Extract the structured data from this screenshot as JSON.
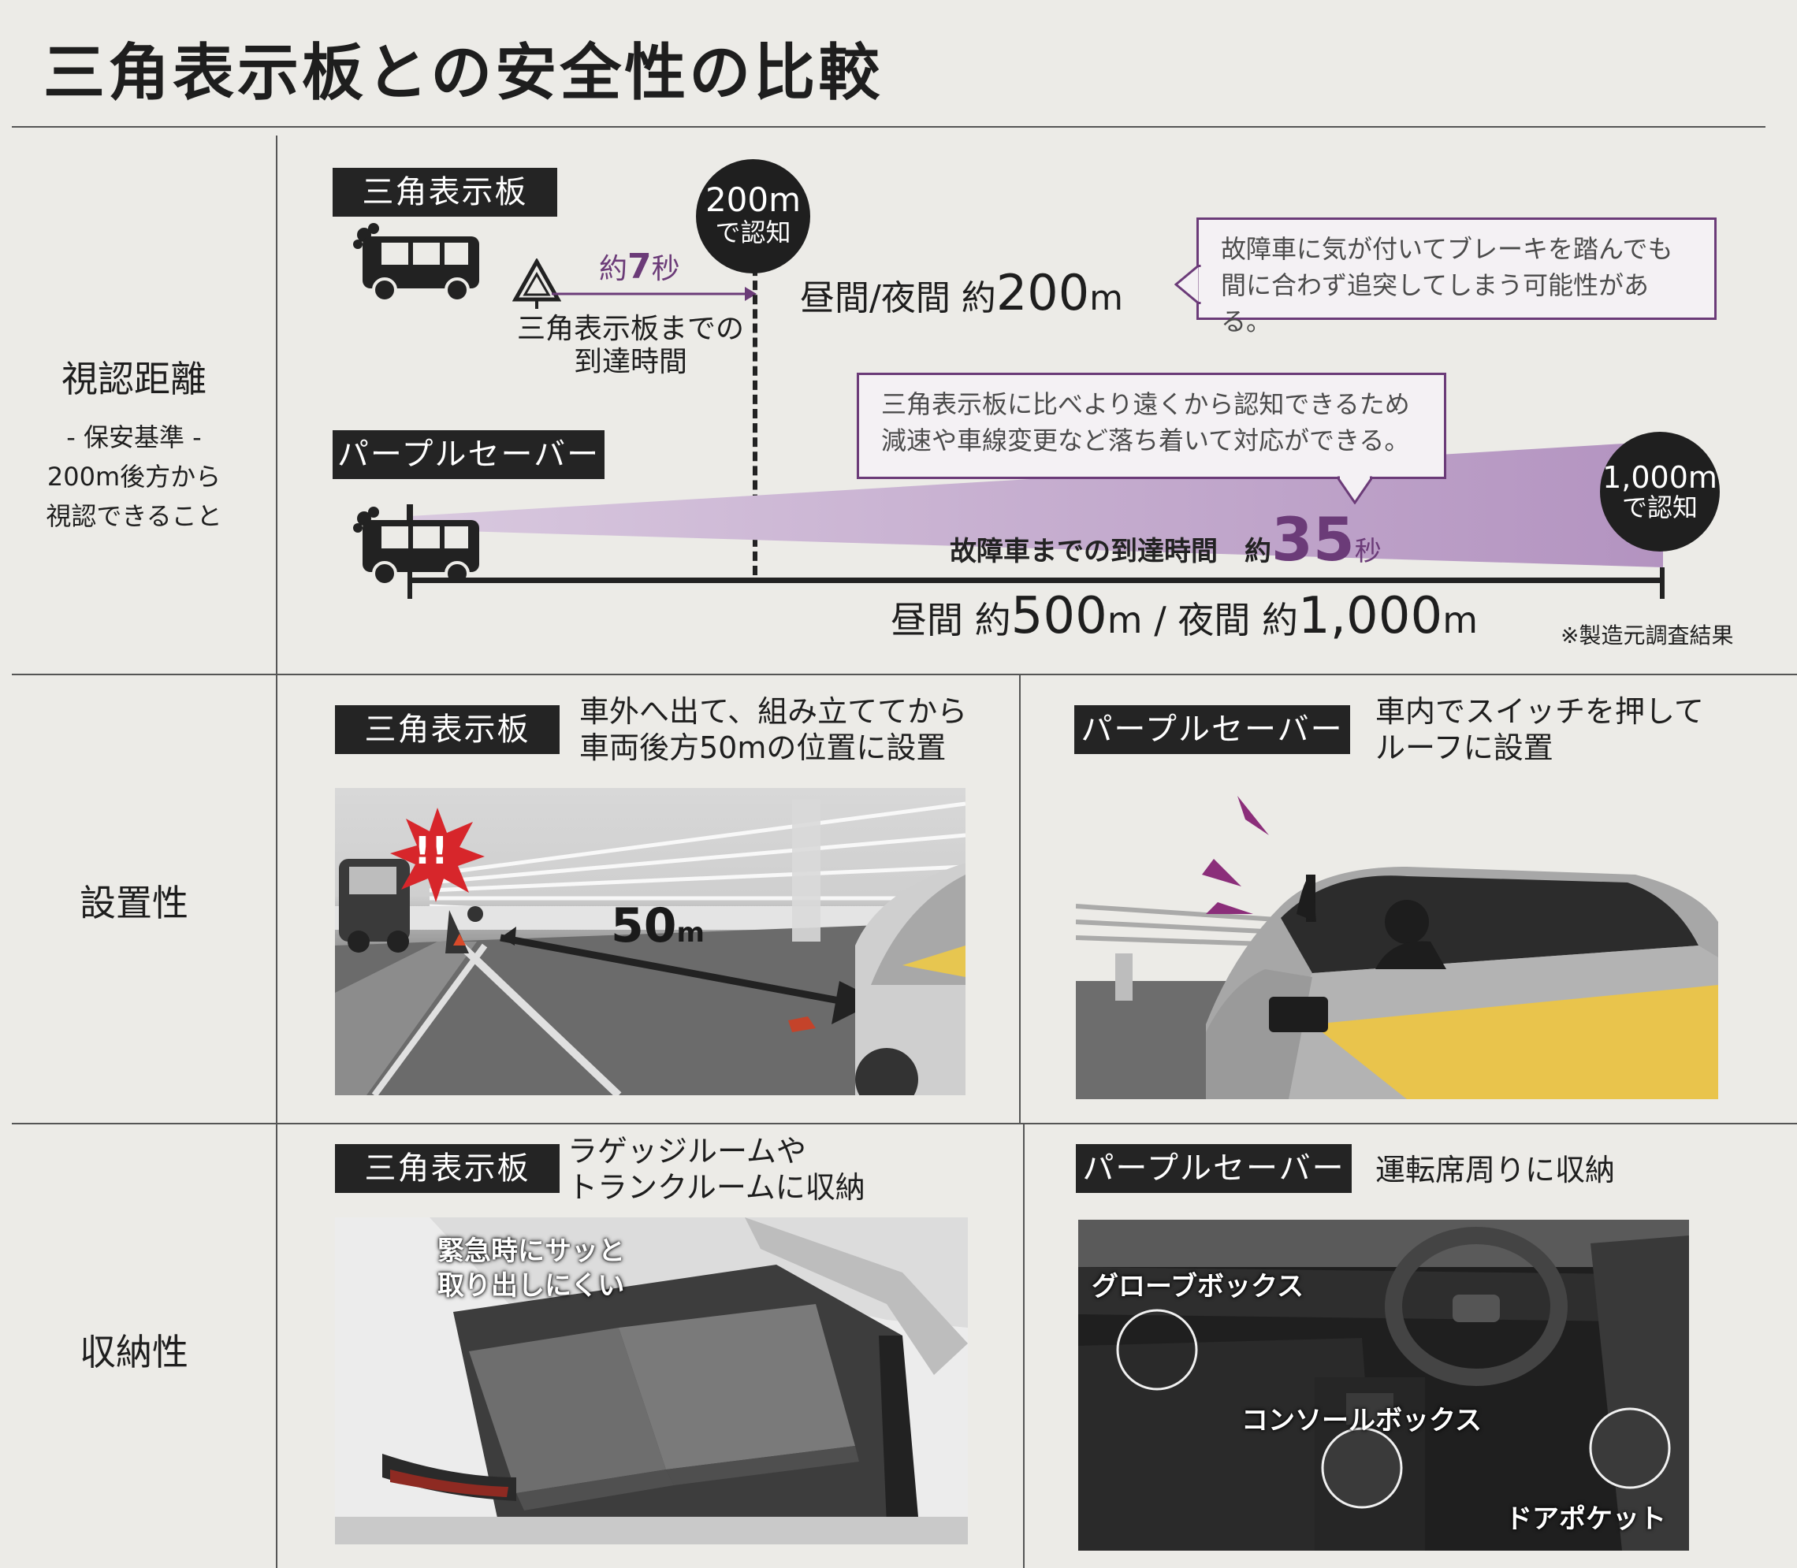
{
  "title": "三角表示板との安全性の比較",
  "rows": {
    "visibility": {
      "label": "視認距離",
      "sub1": "- 保安基準 -",
      "sub2": "200m後方から",
      "sub3": "視認できること"
    },
    "install": {
      "label": "設置性"
    },
    "storage": {
      "label": "収納性"
    }
  },
  "distance": {
    "triangle_tag": "三角表示板",
    "circle200_top": "200m",
    "circle200_bottom": "で認知",
    "sec7_pre": "約",
    "sec7_num": "7",
    "sec7_post": "秒",
    "reach_line1": "三角表示板までの",
    "reach_line2": "到達時間",
    "daynight_pre": "昼間/夜間 約",
    "daynight_num": "200",
    "daynight_unit": "m",
    "bubble1_line1": "故障車に気が付いてブレーキを踏んでも",
    "bubble1_line2": "間に合わず追突してしまう可能性がある。",
    "purple_tag": "パープルセーバー",
    "bubble2_line1": "三角表示板に比べより遠くから認知できるため",
    "bubble2_line2": "減速や車線変更など落ち着いて対応ができる。",
    "circle1000_top": "1,000m",
    "circle1000_bottom": "で認知",
    "reach35_pre": "故障車までの到達時間　約",
    "reach35_num": "35",
    "reach35_post": "秒",
    "bottom_pre1": "昼間 約",
    "bottom_num1": "500",
    "bottom_unit1": "m",
    "bottom_sep": "/ 夜間 約",
    "bottom_num2": "1,000",
    "bottom_unit2": "m",
    "note": "※製造元調査結果"
  },
  "install": {
    "triangle_tag": "三角表示板",
    "triangle_text1": "車外へ出て、組み立ててから",
    "triangle_text2": "車両後方50mの位置に設置",
    "exclaim": "!!",
    "distance_num": "50",
    "distance_unit": "m",
    "purple_tag": "パープルセーバー",
    "purple_text1": "車内でスイッチを押して",
    "purple_text2": "ルーフに設置"
  },
  "storage": {
    "triangle_tag": "三角表示板",
    "triangle_text1": "ラゲッジルームや",
    "triangle_text2": "トランクルームに収納",
    "photo_text1": "緊急時にサッと",
    "photo_text2": "取り出しにくい",
    "purple_tag": "パープルセーバー",
    "purple_text": "運転席周りに収納",
    "glovebox": "グローブボックス",
    "console": "コンソールボックス",
    "doorpocket": "ドアポケット"
  },
  "colors": {
    "purple": "#6b3b78",
    "beam": "#c6aed0",
    "tag_bg": "#242424"
  }
}
